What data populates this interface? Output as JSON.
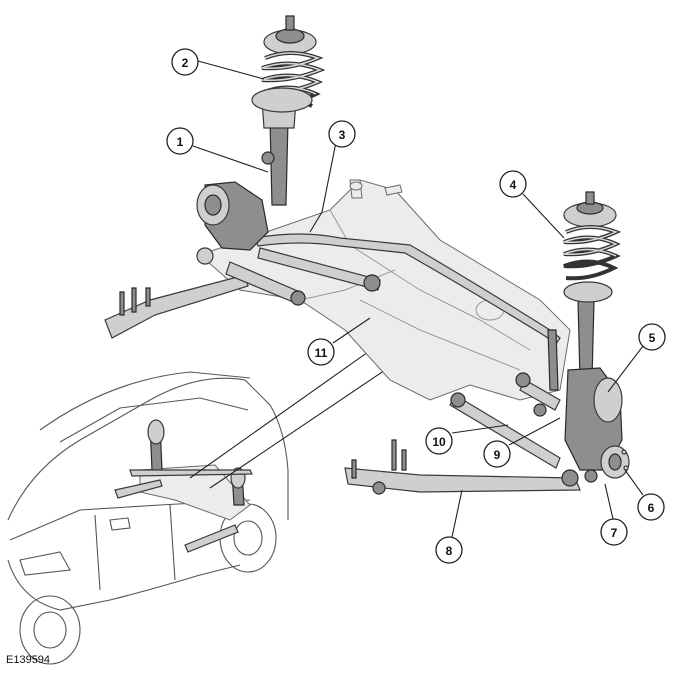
{
  "figure_id": "E139594",
  "callouts": [
    {
      "number": "1"
    },
    {
      "number": "2"
    },
    {
      "number": "3"
    },
    {
      "number": "4"
    },
    {
      "number": "5"
    },
    {
      "number": "6"
    },
    {
      "number": "7"
    },
    {
      "number": "8"
    },
    {
      "number": "9"
    },
    {
      "number": "10"
    },
    {
      "number": "11"
    }
  ]
}
